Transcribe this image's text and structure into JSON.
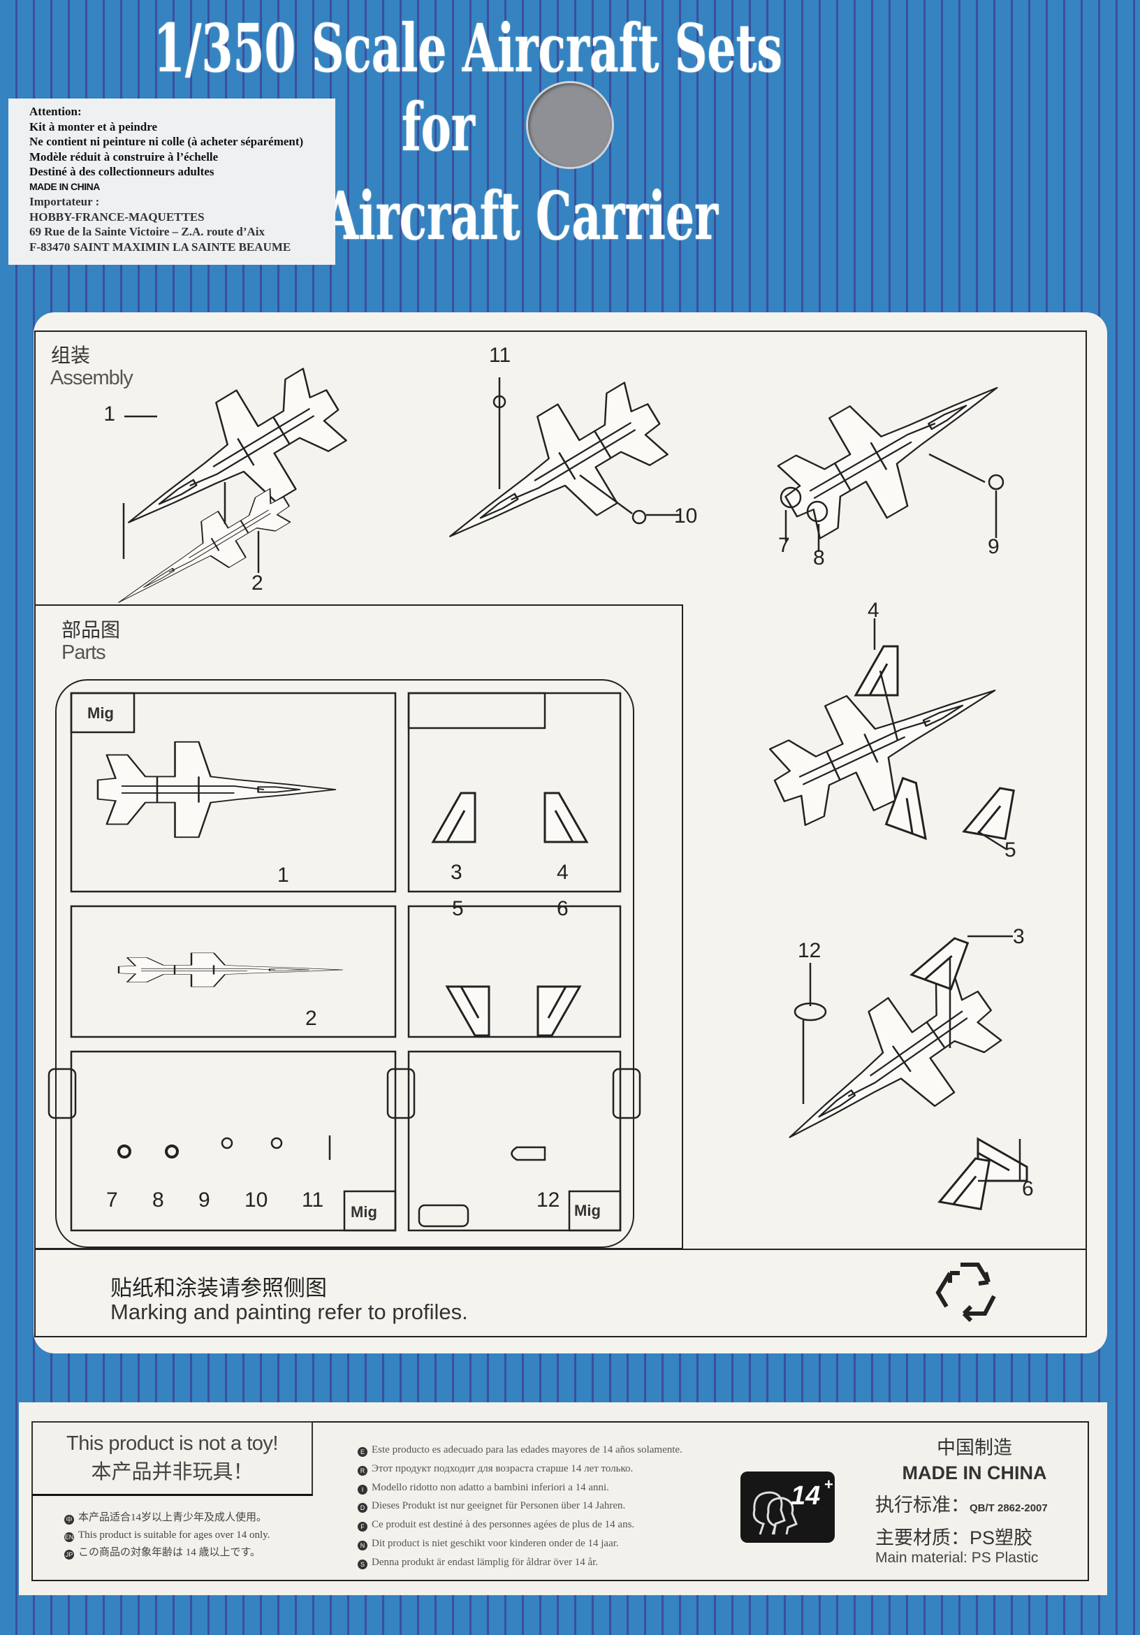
{
  "header": {
    "title_line1": "1/350 Scale Aircraft Sets",
    "title_line2": "for",
    "title_line3": "Aircraft Carrier"
  },
  "sticker": {
    "lines": [
      "Attention:",
      "Kit à monter et à peindre",
      "Ne contient ni peinture ni colle (à acheter séparément)",
      "Modèle réduit à construire à l’échelle",
      "Destiné à des collectionneurs adultes",
      "MADE IN CHINA",
      "Importateur :",
      "HOBBY-FRANCE-MAQUETTES",
      "69 Rue de la Sainte Victoire – Z.A. route d’Aix",
      "F-83470 SAINT MAXIMIN LA SAINTE BEAUME"
    ]
  },
  "assembly": {
    "heading_cn": "组装",
    "heading_en": "Assembly",
    "callouts": [
      "1",
      "2",
      "11",
      "10",
      "7",
      "8",
      "9",
      "4",
      "5",
      "12",
      "3",
      "6"
    ]
  },
  "parts": {
    "heading_cn": "部品图",
    "heading_en": "Parts",
    "sprue_tag": "Mig",
    "numbers": [
      "1",
      "2",
      "3",
      "4",
      "5",
      "6",
      "7",
      "8",
      "9",
      "10",
      "11",
      "12"
    ]
  },
  "markings": {
    "cn": "贴纸和涂装请参照侧图",
    "en": "Marking and painting refer to profiles."
  },
  "warning": {
    "not_toy_en": "This product is not a toy!",
    "not_toy_cn": "本产品并非玩具！",
    "age_lines": [
      {
        "badge": "中",
        "text": "本产品适合14岁以上青少年及成人使用。"
      },
      {
        "badge": "EN",
        "text": "This product is suitable for ages over 14 only."
      },
      {
        "badge": "JP",
        "text": "この商品の対象年齢は 14 歳以上です。"
      }
    ],
    "lang_lines": [
      {
        "badge": "E",
        "text": "Este producto es adecuado para las edades mayores de 14 años solamente."
      },
      {
        "badge": "R",
        "text": "Этот продукт подходит для возраста старше 14 лет только."
      },
      {
        "badge": "I",
        "text": "Modello ridotto non adatto a bambini inferiori a 14 anni."
      },
      {
        "badge": "D",
        "text": "Dieses Produkt  ist nur geeignet für Personen über 14 Jahren."
      },
      {
        "badge": "F",
        "text": "Ce produit est destiné à des personnes agées de plus de 14 ans."
      },
      {
        "badge": "N",
        "text": "Dit product is niet geschikt voor kinderen onder de 14 jaar."
      },
      {
        "badge": "S",
        "text": "Denna produkt är endast lämplig för åldrar över 14 år."
      }
    ],
    "age_badge": "14",
    "age_badge_plus": "+"
  },
  "origin": {
    "cn": "中国制造",
    "en": "MADE IN CHINA",
    "standard_label": "执行标准：",
    "standard_value": "QB/T 2862-2007",
    "material_cn": "主要材质：PS塑胶",
    "material_en": "Main material:  PS Plastic"
  },
  "colors": {
    "box_blue": "#3380bd",
    "stripe": "#3c4f9c",
    "panel": "#f4f3ee"
  }
}
